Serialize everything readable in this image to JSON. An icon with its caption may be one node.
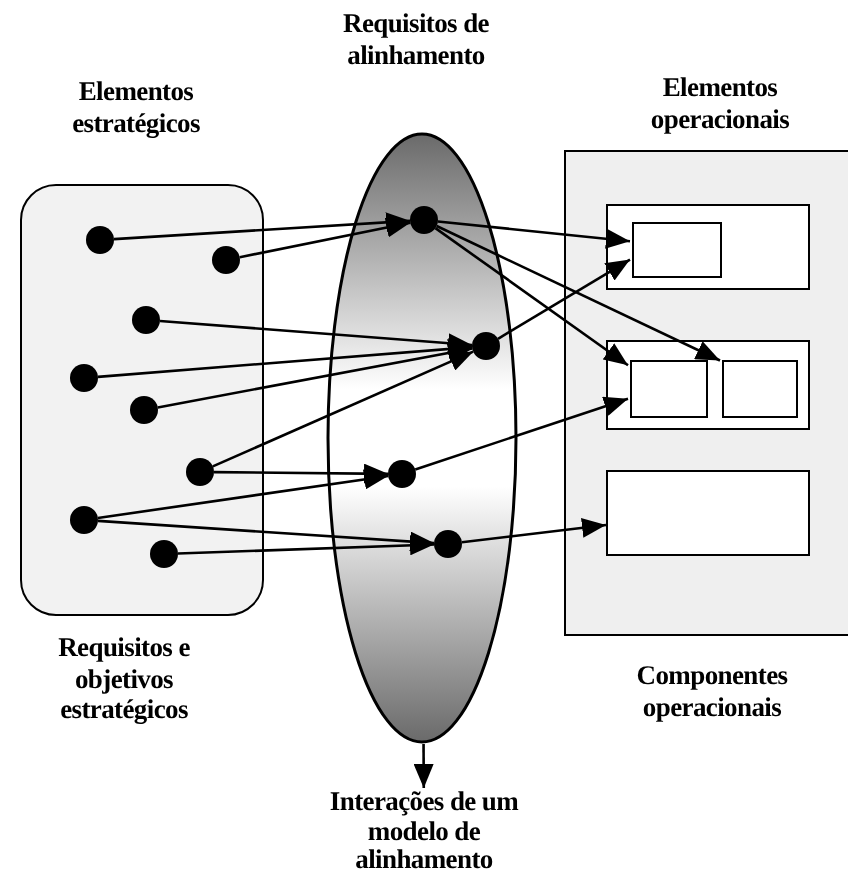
{
  "diagram": {
    "nodes": [
      {
        "text": [
          "Elementos estratégicos"
        ],
        "beside": [
          "Requisitos e objetivos estratégicos"
        ]
      },
      {
        "text": [],
        "shape": "circle",
        "in": 0
      },
      {
        "text": [],
        "shape": "circle",
        "in": 0
      },
      {
        "text": [],
        "shape": "circle",
        "in": 0
      },
      {
        "text": [],
        "shape": "circle",
        "in": 0
      },
      {
        "text": [],
        "shape": "circle",
        "in": 0
      },
      {
        "text": [],
        "shape": "circle",
        "in": 0
      },
      {
        "text": [],
        "shape": "circle",
        "in": 0
      },
      {
        "text": [],
        "shape": "circle",
        "in": 0
      },
      {
        "text": [
          "Requisitos de alinhamento"
        ]
      },
      {
        "text": [],
        "shape": "circle",
        "in": 9
      },
      {
        "text": [],
        "shape": "circle",
        "in": 9
      },
      {
        "text": [],
        "shape": "circle",
        "in": 9
      },
      {
        "text": [],
        "shape": "circle",
        "in": 9
      },
      {
        "text": [
          "Elementos operacionais"
        ],
        "beside": [
          "Componentes operacionais"
        ]
      },
      {
        "text": [],
        "shape": "box",
        "in": 14
      },
      {
        "text": [],
        "shape": "box",
        "in": 15
      },
      {
        "text": [],
        "shape": "box",
        "in": 14
      },
      {
        "text": [],
        "shape": "box",
        "in": 17
      },
      {
        "text": [],
        "shape": "box",
        "in": 17
      },
      {
        "text": [],
        "shape": "box",
        "in": 14
      },
      {
        "text": [
          "Interações de um modelo de alinhamento"
        ]
      }
    ],
    "edges": [
      {
        "from": 1,
        "to": 10,
        "arrow": "to"
      },
      {
        "from": 2,
        "to": 10,
        "arrow": "to"
      },
      {
        "from": 3,
        "to": 11,
        "arrow": "to"
      },
      {
        "from": 4,
        "to": 11,
        "arrow": "to"
      },
      {
        "from": 5,
        "to": 11,
        "arrow": "to"
      },
      {
        "from": 6,
        "to": 11,
        "arrow": "to"
      },
      {
        "from": 6,
        "to": 12,
        "arrow": "to"
      },
      {
        "from": 7,
        "to": 12,
        "arrow": "to"
      },
      {
        "from": 7,
        "to": 13,
        "arrow": "to"
      },
      {
        "from": 8,
        "to": 13,
        "arrow": "to"
      },
      {
        "from": 10,
        "to": 16,
        "arrow": "to"
      },
      {
        "from": 10,
        "to": 18,
        "arrow": "to"
      },
      {
        "from": 10,
        "to": 19,
        "arrow": "to"
      },
      {
        "from": 11,
        "to": 16,
        "arrow": "to"
      },
      {
        "from": 12,
        "to": 18,
        "arrow": "to"
      },
      {
        "from": 13,
        "to": 20,
        "arrow": "to"
      },
      {
        "from": 9,
        "to": 21,
        "arrow": "to"
      }
    ]
  }
}
